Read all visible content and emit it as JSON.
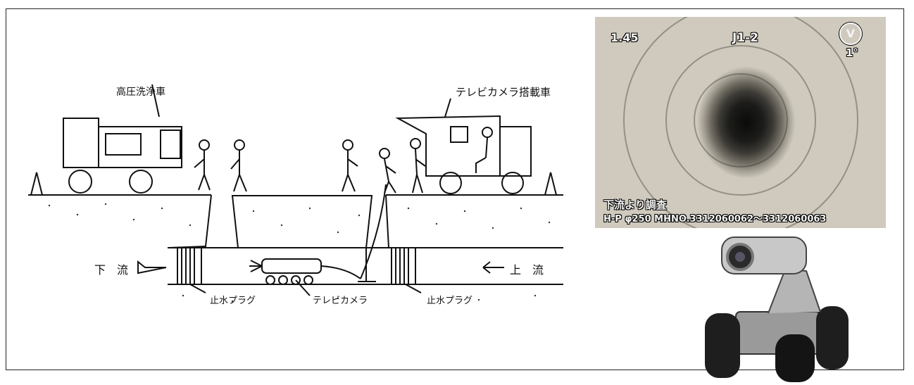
{
  "labels": {
    "jet_truck": "高圧洗浄車",
    "camera_truck": "テレビカメラ搭載車",
    "downstream": "下　流",
    "upstream": "上　流",
    "plug_left": "止水プラグ",
    "plug_right": "止水プラグ",
    "tv_camera": "テレビカメラ"
  },
  "photo_overlay": {
    "counter": "1.45",
    "manhole_id": "J1-2",
    "direction_badge": "V",
    "tilt": "1°",
    "line1": "下流より調査",
    "line2": "H-P  φ250 MHNO.3312060062～3312060063"
  }
}
